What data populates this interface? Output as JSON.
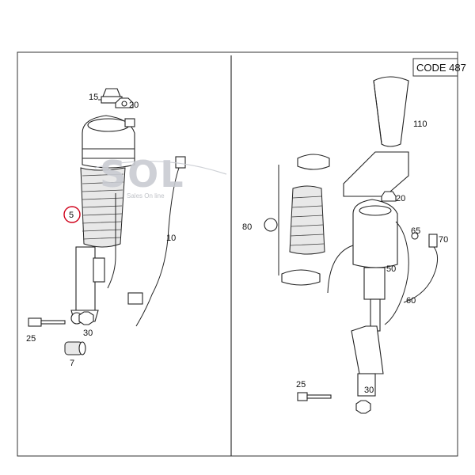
{
  "code_box": {
    "text": "CODE 487"
  },
  "watermark": {
    "brand": "SOL",
    "tagline": "Sales On line"
  },
  "left_panel": {
    "labels": {
      "p15": "15",
      "p20": "20",
      "p5": "5",
      "p10": "10",
      "p25": "25",
      "p30": "30",
      "p7": "7"
    },
    "highlight_color": "#d0021b"
  },
  "right_panel": {
    "labels": {
      "p110": "110",
      "p20": "20",
      "p80": "80",
      "p65": "65",
      "p70": "70",
      "p50": "50",
      "p60": "60",
      "p25": "25",
      "p30": "30"
    }
  }
}
